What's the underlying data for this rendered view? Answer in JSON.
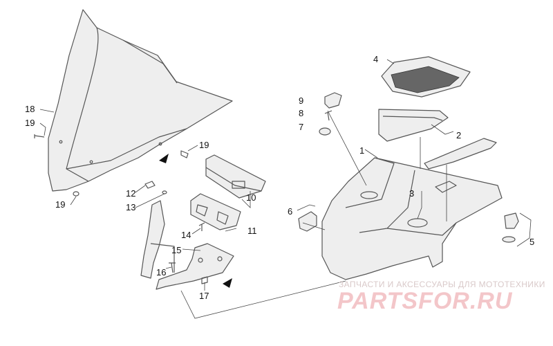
{
  "callouts": {
    "c1": "1",
    "c2": "2",
    "c3": "3",
    "c4": "4",
    "c5": "5",
    "c6": "6",
    "c7": "7",
    "c8": "8",
    "c9": "9",
    "c10": "10",
    "c11": "11",
    "c12": "12",
    "c13": "13",
    "c14": "14",
    "c15": "15",
    "c16": "16",
    "c17": "17",
    "c18": "18",
    "c19a": "19",
    "c19b": "19",
    "c19c": "19"
  },
  "watermark": {
    "subtitle": "ЗАПЧАСТИ И АКСЕССУАРЫ ДЛЯ МОТОТЕХНИКИ",
    "logo": "PARTSFOR.RU"
  },
  "colors": {
    "line": "#555555",
    "watermark_logo": "#f3c6c9",
    "watermark_text": "#d9c9c9"
  }
}
